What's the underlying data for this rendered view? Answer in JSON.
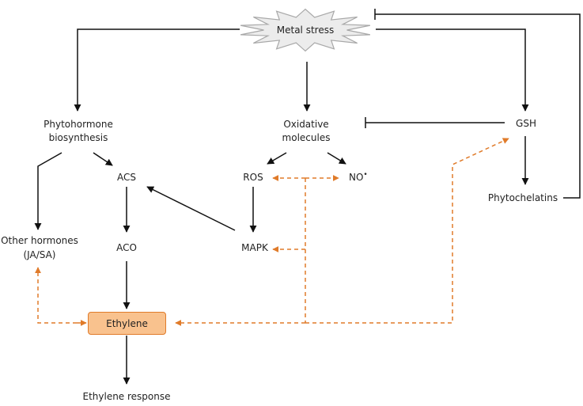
{
  "nodes": {
    "metal_stress": "Metal stress",
    "phytohormone_line1": "Phytohormone",
    "phytohormone_line2": "biosynthesis",
    "oxidative_line1": "Oxidative",
    "oxidative_line2": "molecules",
    "gsh": "GSH",
    "acs": "ACS",
    "ros": "ROS",
    "no": "NO",
    "no_radical": "•",
    "phytochelatins": "Phytochelatins",
    "other_hormones_line1": "Other hormones",
    "other_hormones_line2": "(JA/SA)",
    "aco": "ACO",
    "mapk": "MAPK",
    "ethylene": "Ethylene",
    "ethylene_response": "Ethylene response"
  },
  "colors": {
    "solid_arrow": "#111111",
    "dashed_arrow": "#e07b2a",
    "ethylene_fill": "#f9c28e",
    "starburst_fill": "#ececec",
    "starburst_stroke": "#a8a8a8"
  }
}
